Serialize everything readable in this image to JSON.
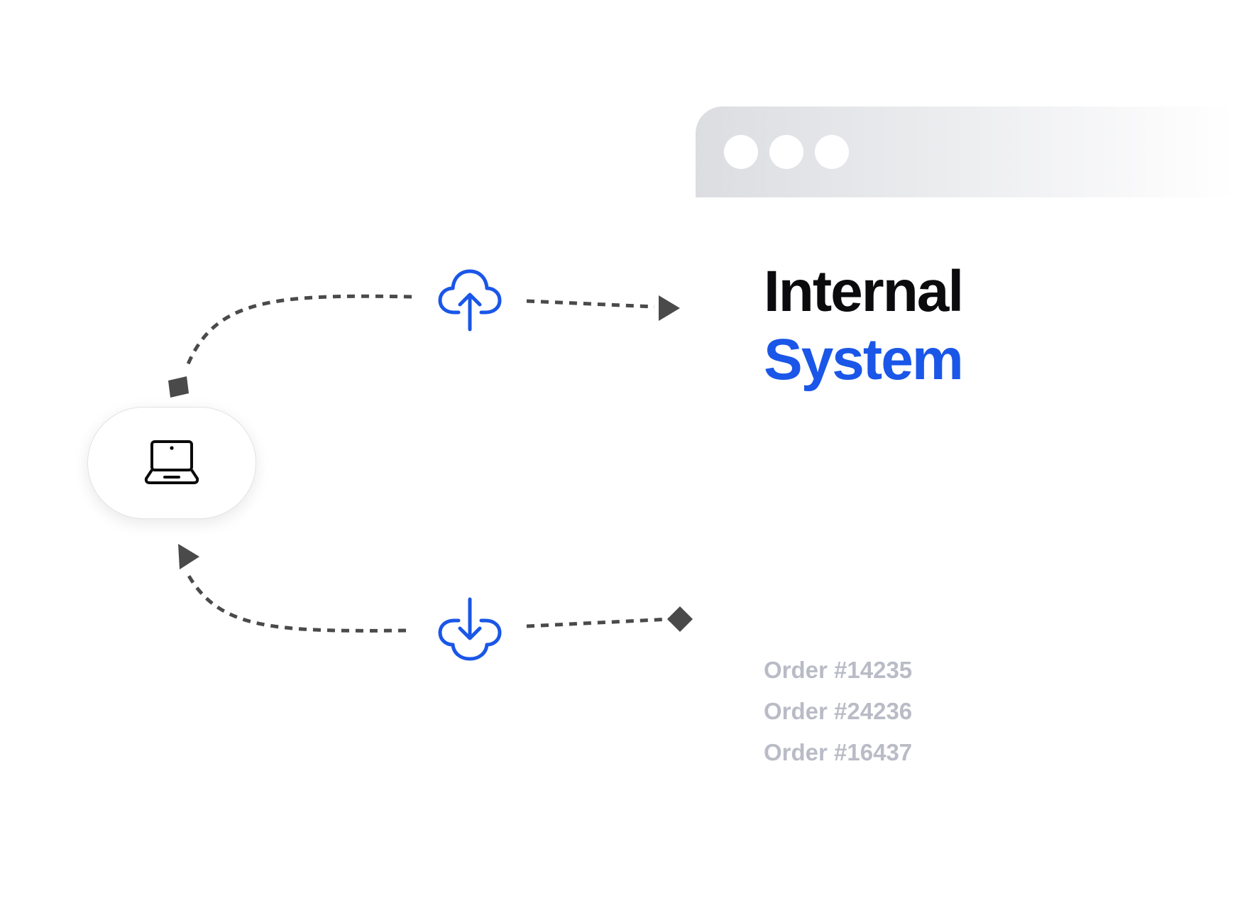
{
  "colors": {
    "accent": "#1a56e8",
    "connector": "#4a4a4a",
    "title_primary": "#0b0b0d",
    "muted_text": "#b9bcc6",
    "titlebar": "#dcdde1"
  },
  "icons": {
    "device": "laptop-icon",
    "upload": "cloud-upload-icon",
    "download": "cloud-download-icon",
    "arrow": "triangle-arrowhead-icon",
    "endpoint": "diamond-endpoint-icon"
  },
  "system": {
    "title_line_1": "Internal",
    "title_line_2": "System"
  },
  "orders": [
    {
      "label": "Order #14235"
    },
    {
      "label": "Order #24236"
    },
    {
      "label": "Order #16437"
    }
  ]
}
